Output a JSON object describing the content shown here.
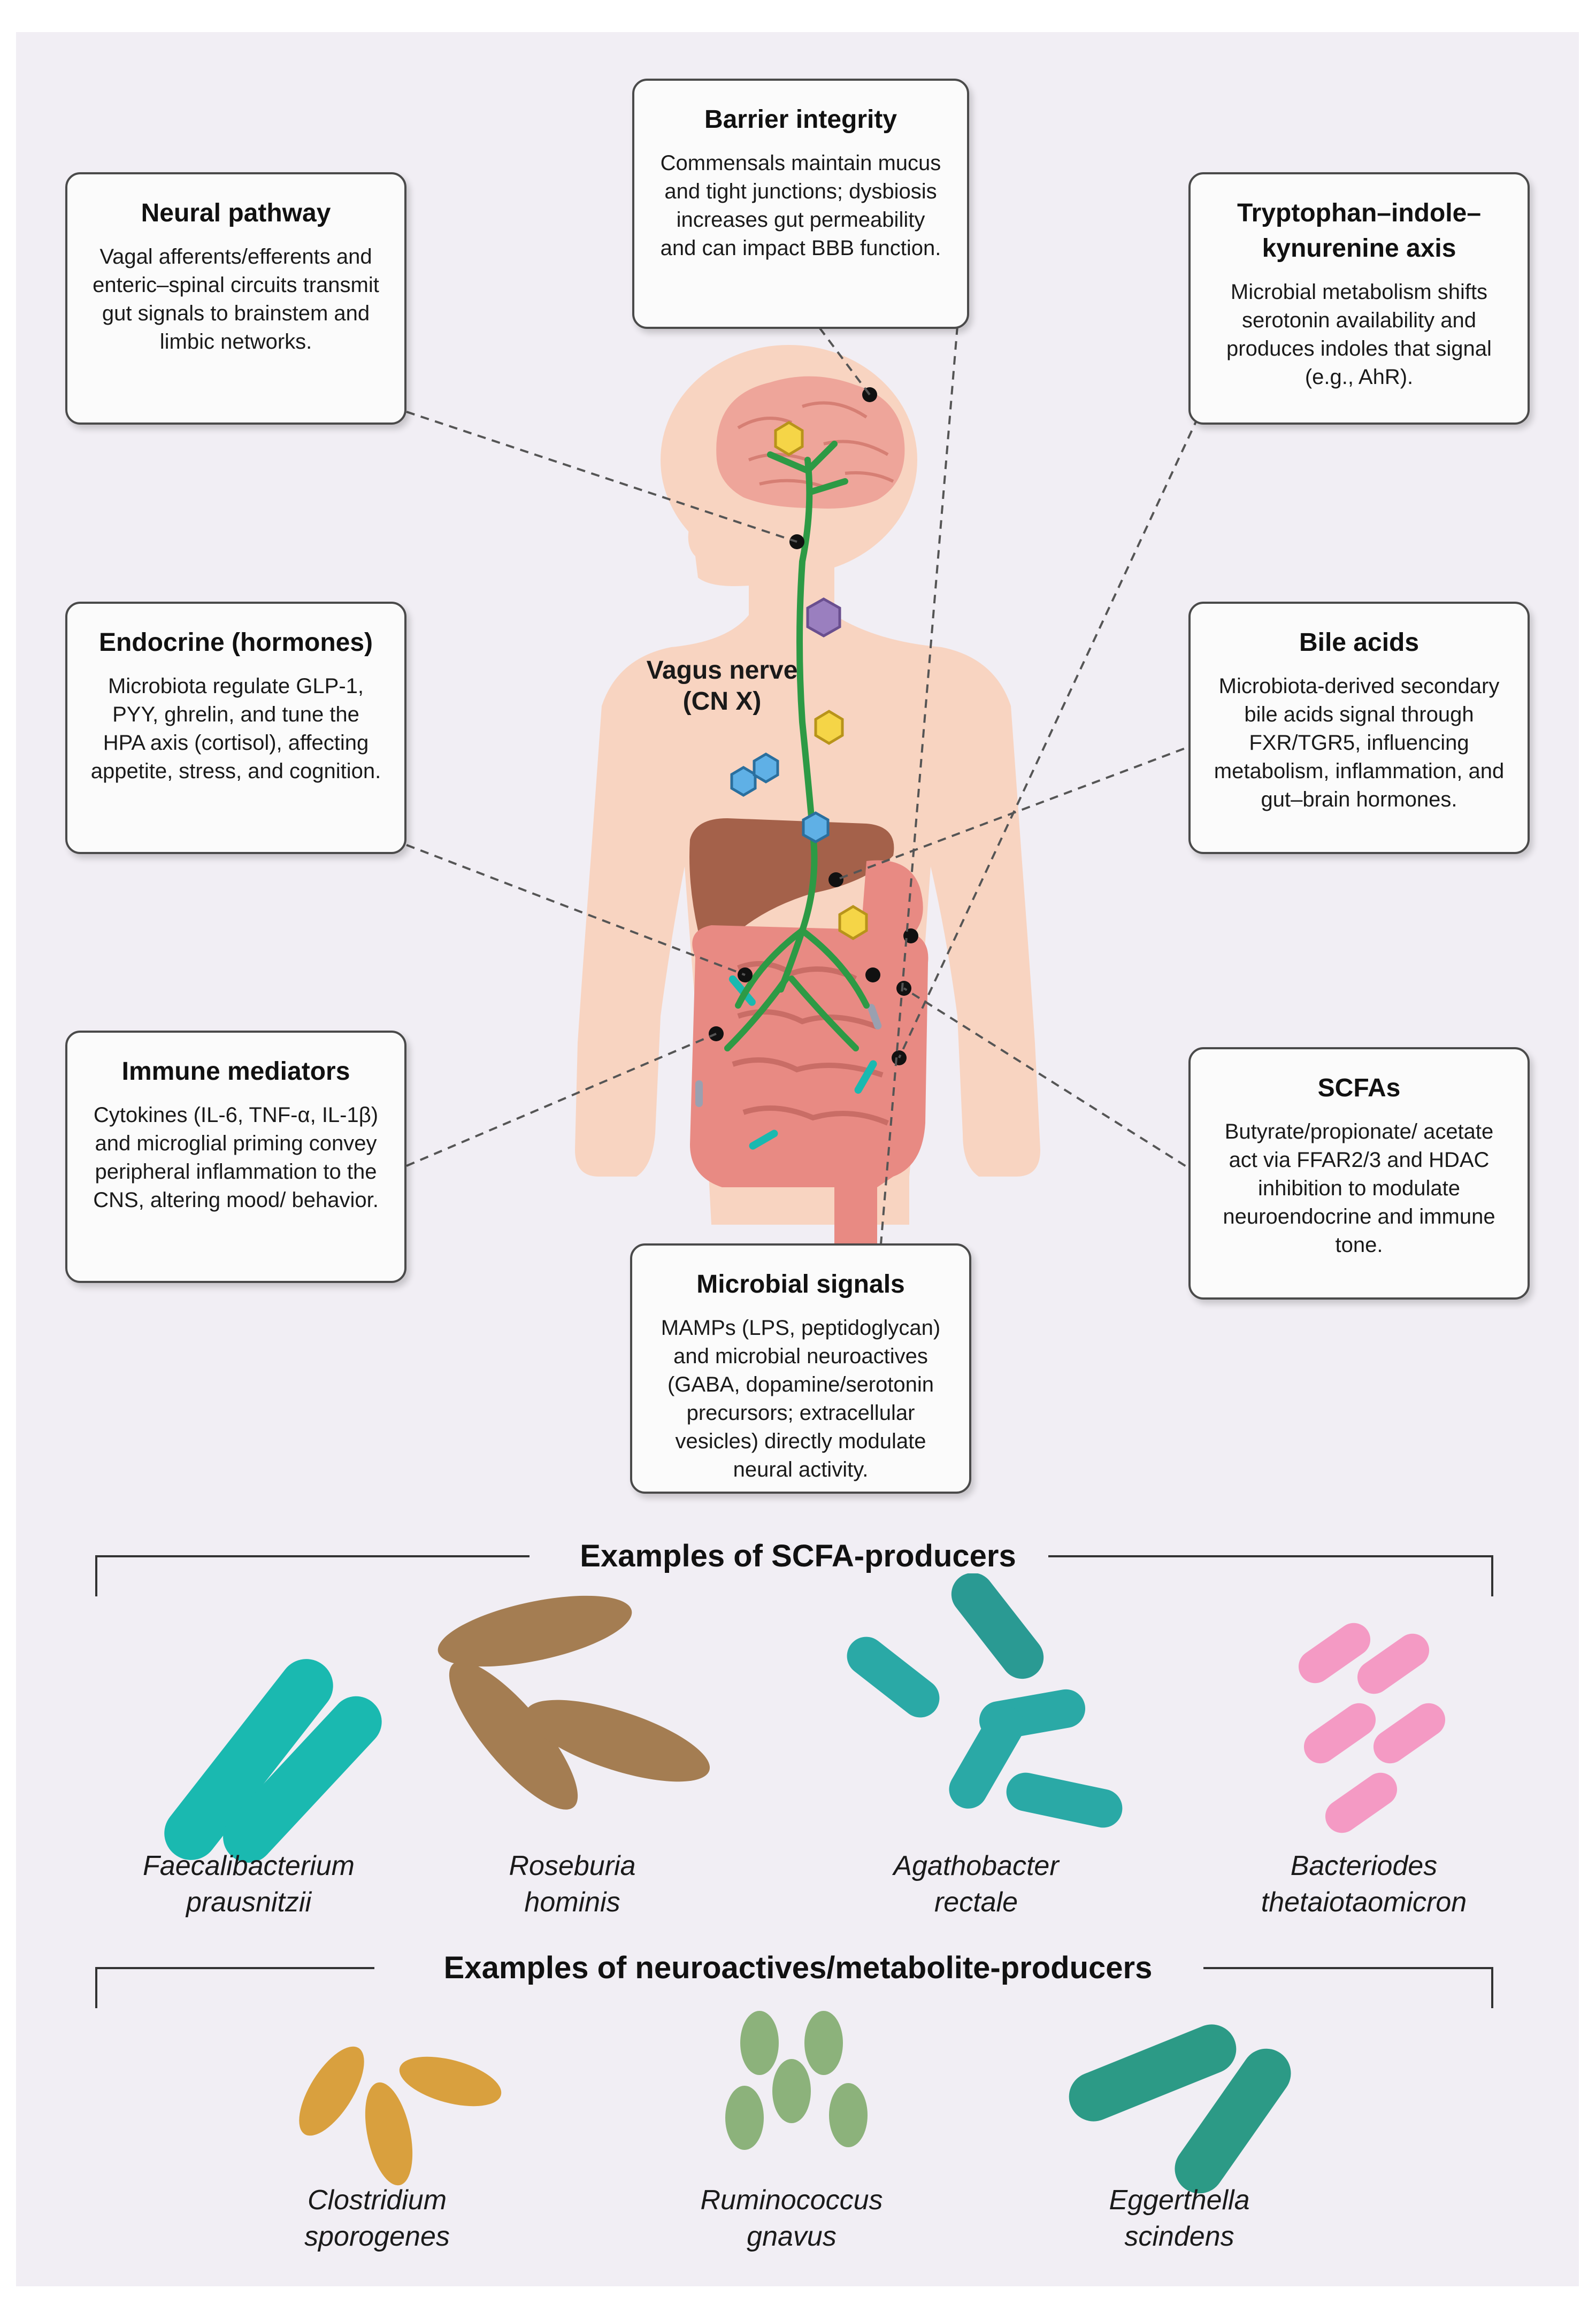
{
  "colors": {
    "background": "#f1eef4",
    "skin": "#f8d4c1",
    "brain": "#eea59a",
    "liver": "#a4614a",
    "intestine": "#e88a83",
    "vagus_nerve": "#2d9a45",
    "box_border": "#4a4a4a",
    "faecalibacterium": "#1ab9b0",
    "roseburia": "#a47d52",
    "agathobacter": "#2aa9a6",
    "bacteroides": "#f49ac4",
    "clostridium": "#d9a03e",
    "ruminococcus": "#8cb27b",
    "eggerthella": "#2c9a86"
  },
  "vagus_label": {
    "line1": "Vagus nerve",
    "line2": "(CN X)"
  },
  "boxes": {
    "barrier": {
      "title": "Barrier integrity",
      "text": "Commensals maintain mucus and tight junctions; dysbiosis increases gut permeability and can impact BBB function."
    },
    "neural": {
      "title": "Neural pathway",
      "text": "Vagal afferents/efferents and enteric–spinal circuits transmit gut signals to brainstem and limbic networks."
    },
    "tryptophan": {
      "title": "Tryptophan–indole– kynurenine axis",
      "text": "Microbial metabolism shifts serotonin availability and produces indoles that signal (e.g., AhR)."
    },
    "endocrine": {
      "title": "Endocrine (hormones)",
      "text": "Microbiota regulate GLP-1, PYY, ghrelin, and tune the HPA axis (cortisol), affecting appetite, stress, and cognition."
    },
    "bile": {
      "title": "Bile acids",
      "text": "Microbiota-derived secondary bile acids signal through FXR/TGR5, influencing metabolism, inflammation, and gut–brain hormones."
    },
    "immune": {
      "title": "Immune mediators",
      "text": "Cytokines (IL-6, TNF-α, IL-1β) and microglial priming convey peripheral inflammation to the CNS, altering mood/ behavior."
    },
    "scfa": {
      "title": "SCFAs",
      "text": "Butyrate/propionate/ acetate act via FFAR2/3 and HDAC inhibition to modulate neuroendocrine and immune tone."
    },
    "microbial": {
      "title": "Microbial signals",
      "text": "MAMPs (LPS, peptidoglycan) and microbial neuroactives (GABA, dopamine/serotonin precursors; extracellular vesicles) directly modulate neural activity."
    }
  },
  "sections": {
    "scfa_producers": {
      "title": "Examples of SCFA-producers",
      "species": [
        {
          "line1": "Faecalibacterium",
          "line2": "prausnitzii"
        },
        {
          "line1": "Roseburia",
          "line2": "hominis"
        },
        {
          "line1": "Agathobacter",
          "line2": "rectale"
        },
        {
          "line1": "Bacteriodes",
          "line2": "thetaiotaomicron"
        }
      ]
    },
    "neuroactive_producers": {
      "title": "Examples of neuroactives/metabolite-producers",
      "species": [
        {
          "line1": "Clostridium",
          "line2": "sporogenes"
        },
        {
          "line1": "Ruminococcus",
          "line2": "gnavus"
        },
        {
          "line1": "Eggerthella",
          "line2": "scindens"
        }
      ]
    }
  }
}
